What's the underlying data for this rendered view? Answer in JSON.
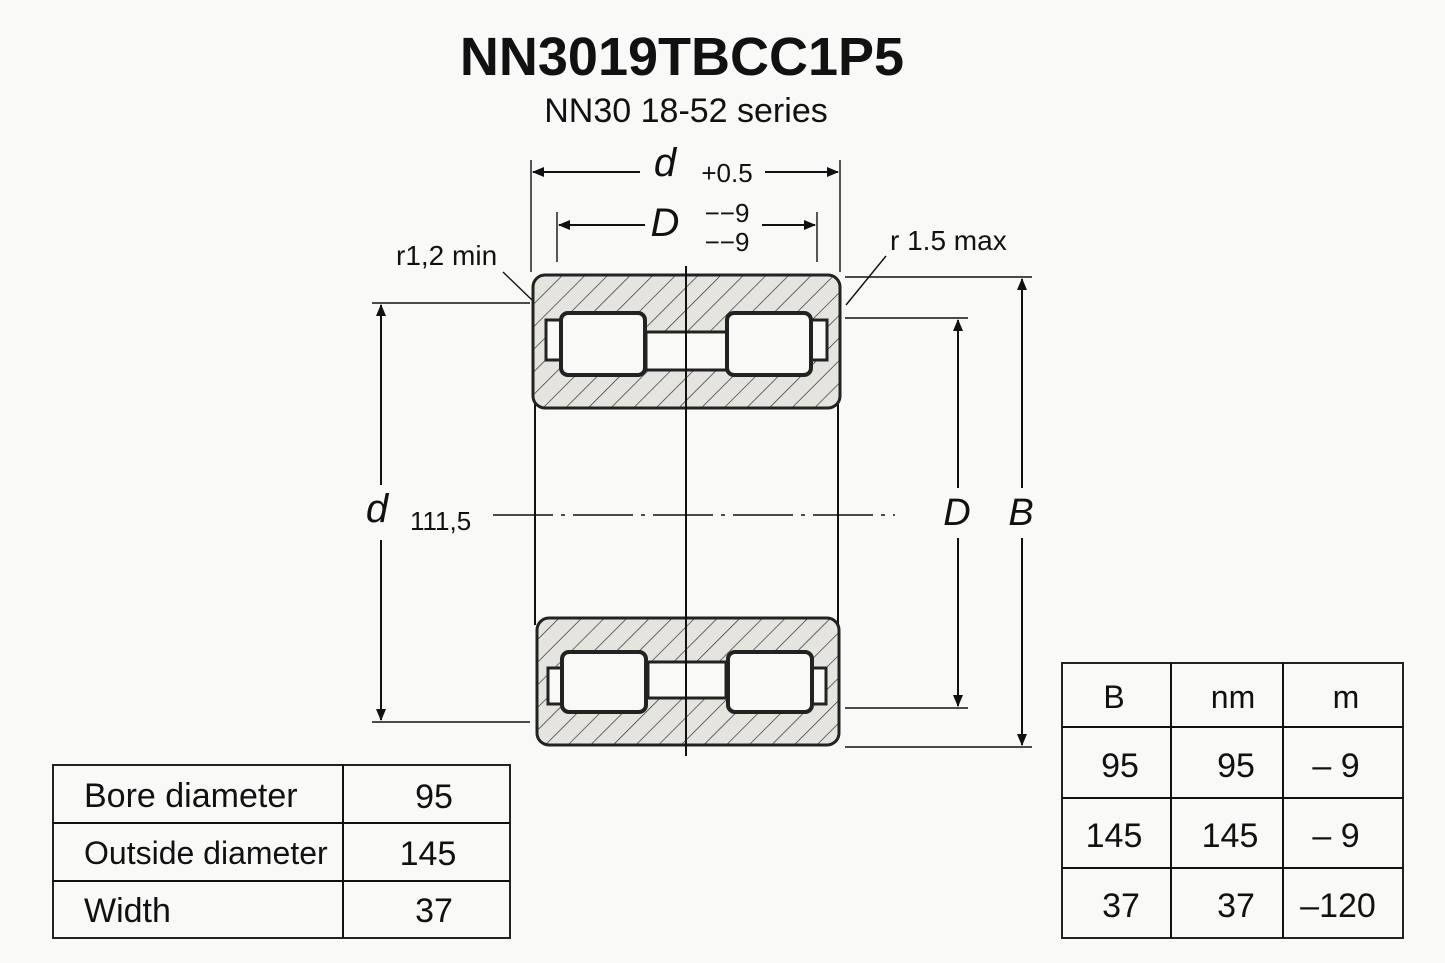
{
  "title": "NN3019TBCC1P5",
  "subtitle": "NN30 18-52 series",
  "dimensions": {
    "d_top": "d",
    "d_top_tol": "+0.5",
    "D_top": "D",
    "D_tol_upper": "−−9",
    "D_tol_lower": "−−9",
    "r_min": "r1,2 min",
    "r_max": "r 1.5 max",
    "d_left": "d",
    "d_left_value": "111,5",
    "D_right": "D",
    "B_right": "B"
  },
  "spec_table": {
    "rows": [
      {
        "label": "Bore diameter",
        "value": "95"
      },
      {
        "label": "Outside diameter",
        "value": "145"
      },
      {
        "label": "Width",
        "value": "37"
      }
    ]
  },
  "tolerance_table": {
    "headers": [
      "B",
      "nm",
      "m"
    ],
    "rows": [
      [
        "95",
        "95",
        "– 9"
      ],
      [
        "145",
        "145",
        "– 9"
      ],
      [
        "37",
        "37",
        "–120"
      ]
    ]
  },
  "colors": {
    "background": "#f9f9f7",
    "section_fill": "#e6e4df",
    "line": "#111111"
  }
}
